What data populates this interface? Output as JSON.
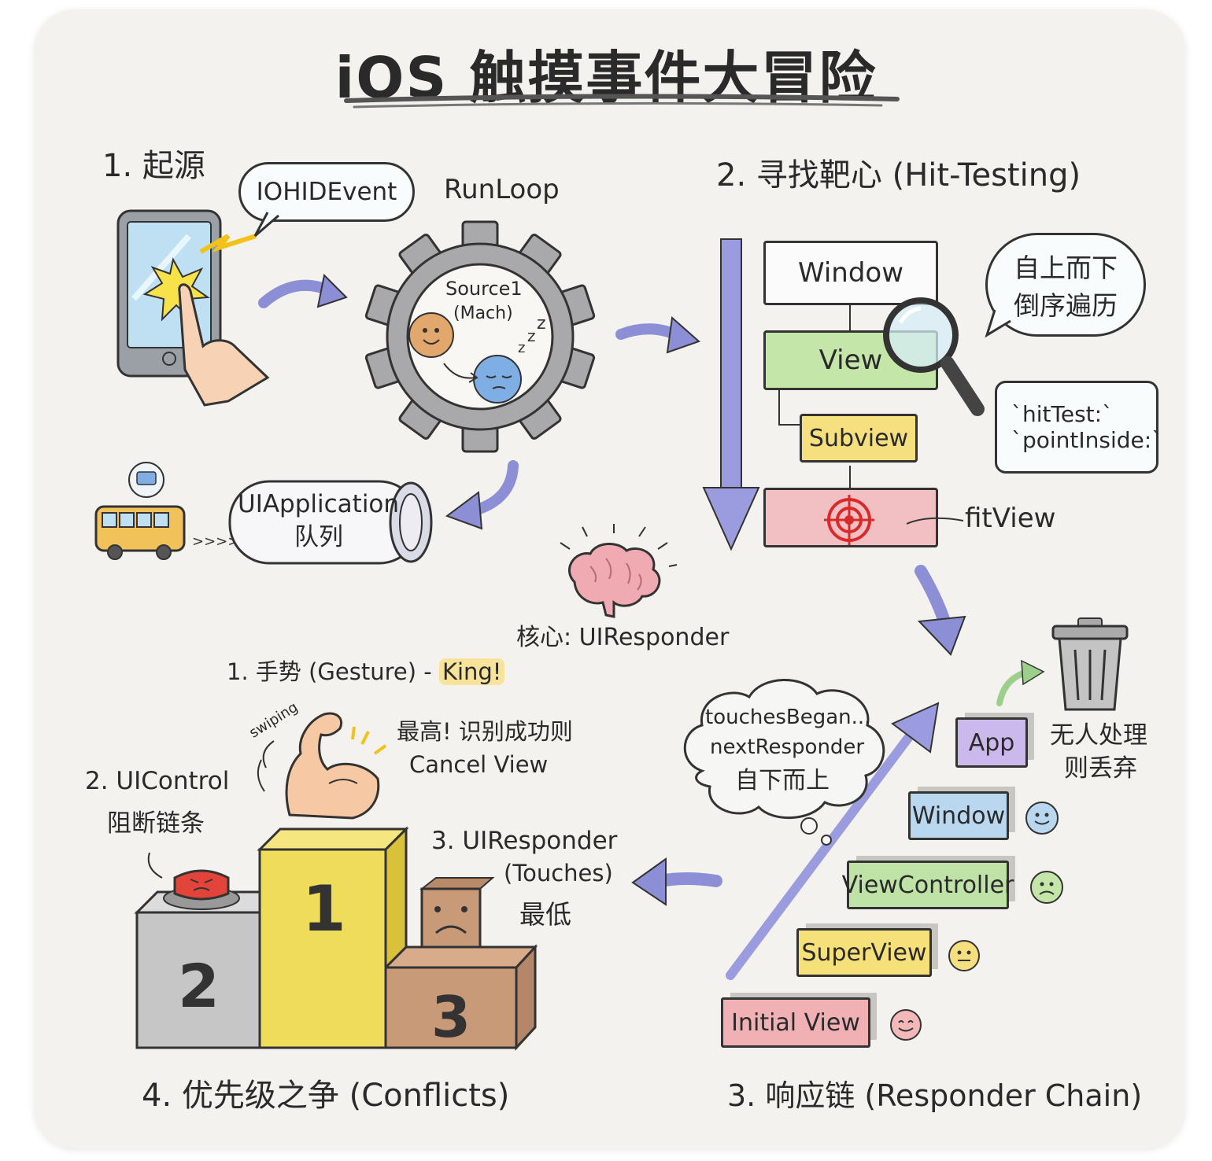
{
  "title": "iOS 触摸事件大冒险",
  "origin": {
    "heading": "1. 起源",
    "event_bubble": "IOHIDEvent",
    "runloop_label": "RunLoop",
    "source_label": "Source1",
    "mach_label": "(Mach)",
    "queue_label_1": "UIApplication",
    "queue_label_2": "队列"
  },
  "hit_testing": {
    "heading": "2. 寻找靶心 (Hit-Testing)",
    "window_label": "Window",
    "view_label": "View",
    "subview_label": "Subview",
    "fit_label": "fitView",
    "order_line_1": "自上而下",
    "order_line_2": "倒序遍历",
    "method_1": "`hitTest:`",
    "method_2": "`pointInside:`"
  },
  "core": {
    "label": "核心: UIResponder"
  },
  "conflicts": {
    "heading": "4. 优先级之争 (Conflicts)",
    "gesture_text": "1. 手势 (Gesture) - ",
    "gesture_highlight": "King!",
    "swiping": "swiping",
    "gesture_note_1": "最高! 识别成功则",
    "gesture_note_2": "Cancel View",
    "control_1": "2. UIControl",
    "control_2": "阻断链条",
    "responder_1": "3. UIResponder",
    "responder_2": "(Touches)",
    "responder_3": "最低",
    "podium_1": "1",
    "podium_2": "2",
    "podium_3": "3"
  },
  "responder_chain": {
    "heading": "3. 响应链 (Responder Chain)",
    "cloud_1": "touchesBegan...",
    "cloud_2": "nextResponder",
    "cloud_3": "自下而上",
    "steps": [
      {
        "label": "Initial View",
        "color": "#f0b0b4"
      },
      {
        "label": "SuperView",
        "color": "#f6e07a"
      },
      {
        "label": "ViewController",
        "color": "#bfe3a6"
      },
      {
        "label": "Window",
        "color": "#b9d8f0"
      },
      {
        "label": "App",
        "color": "#cbb8ec"
      }
    ],
    "discard_1": "无人处理",
    "discard_2": "则丢弃"
  }
}
